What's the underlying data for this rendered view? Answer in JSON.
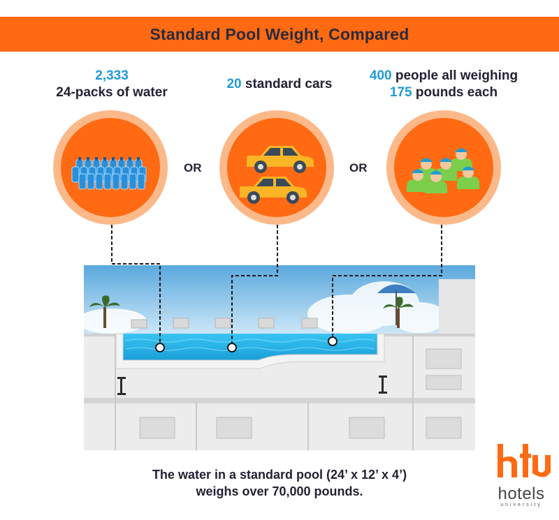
{
  "header": {
    "title": "Standard Pool Weight, Compared"
  },
  "comparisons": [
    {
      "number": "2,333",
      "text": "24-packs of water",
      "icon": "water-bottles-icon"
    },
    {
      "number": "20",
      "text": "standard cars",
      "icon": "cars-icon"
    },
    {
      "number": "400",
      "text": "people all weighing",
      "number2": "175",
      "text2": "pounds each",
      "icon": "people-icon"
    }
  ],
  "separator": "OR",
  "caption": {
    "line1": "The water in a standard pool (24’ x 12’ x 4’)",
    "line2": "weighs over 70,000 pounds."
  },
  "logo": {
    "word": "hotels",
    "sub": "university"
  },
  "colors": {
    "accent": "#ff6a13",
    "accent_light": "#fbb98a",
    "highlight": "#1e9bd7",
    "text": "#222233"
  }
}
